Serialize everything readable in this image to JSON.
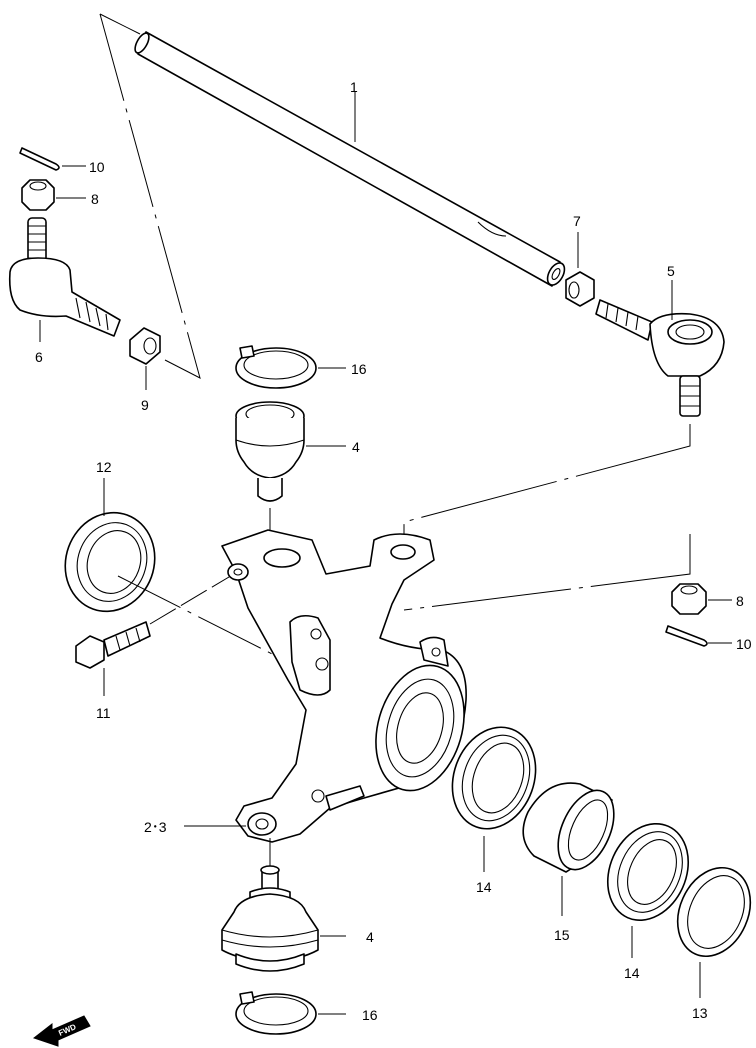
{
  "diagram": {
    "callouts": {
      "tie_rod": "1",
      "knuckle": "2･3",
      "ball_joint_upper": "4",
      "ball_joint_lower": "4",
      "tie_rod_end_right": "5",
      "tie_rod_end_left": "6",
      "lock_nut_right": "7",
      "castle_nut_left": "8",
      "castle_nut_right": "8",
      "lock_nut_left": "9",
      "cotter_pin_left": "10",
      "cotter_pin_right": "10",
      "bolt": "11",
      "oil_seal": "12",
      "dust_seal": "13",
      "bearing_inner": "14",
      "bearing_outer": "14",
      "spacer": "15",
      "snap_ring_upper": "16",
      "snap_ring_lower": "16"
    },
    "fwd_marker": "FWD"
  }
}
